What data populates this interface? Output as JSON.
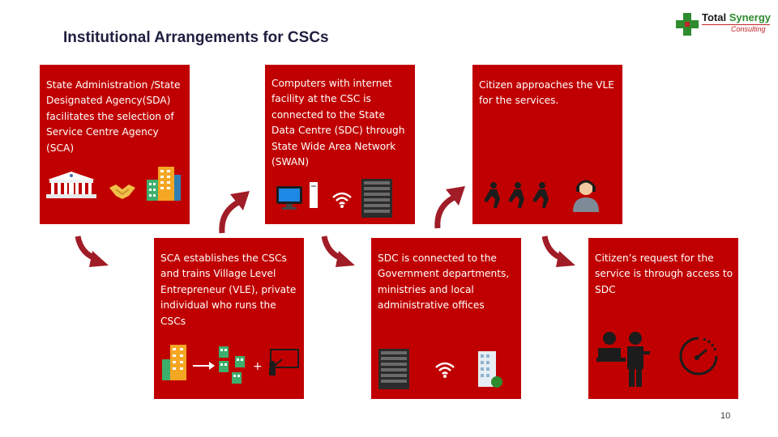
{
  "title": "Institutional Arrangements for CSCs",
  "logo": {
    "name_part1": "Total ",
    "name_part2": "Synergy",
    "tagline": "Consulting"
  },
  "boxes": {
    "sda": "State Administration /State Designated Agency(SDA) facilitates the selection of Service Centre Agency (SCA)",
    "computers": "Computers with internet facility at the CSC is connected to the State Data Centre (SDC) through State Wide Area Network (SWAN)",
    "citizen": "Citizen approaches the VLE for the services.",
    "sca": "SCA establishes the CSCs and trains Village Level Entrepreneur (VLE), private individual who runs the CSCs",
    "sdc": "SDC is connected to the Government departments, ministries and local administrative offices",
    "request": "Citizen’s request for the service is through access to SDC"
  },
  "plus_sign": "+",
  "page_number": "10",
  "colors": {
    "box": "#c00000",
    "arrow": "#a01c26",
    "title": "#1f1f40"
  }
}
